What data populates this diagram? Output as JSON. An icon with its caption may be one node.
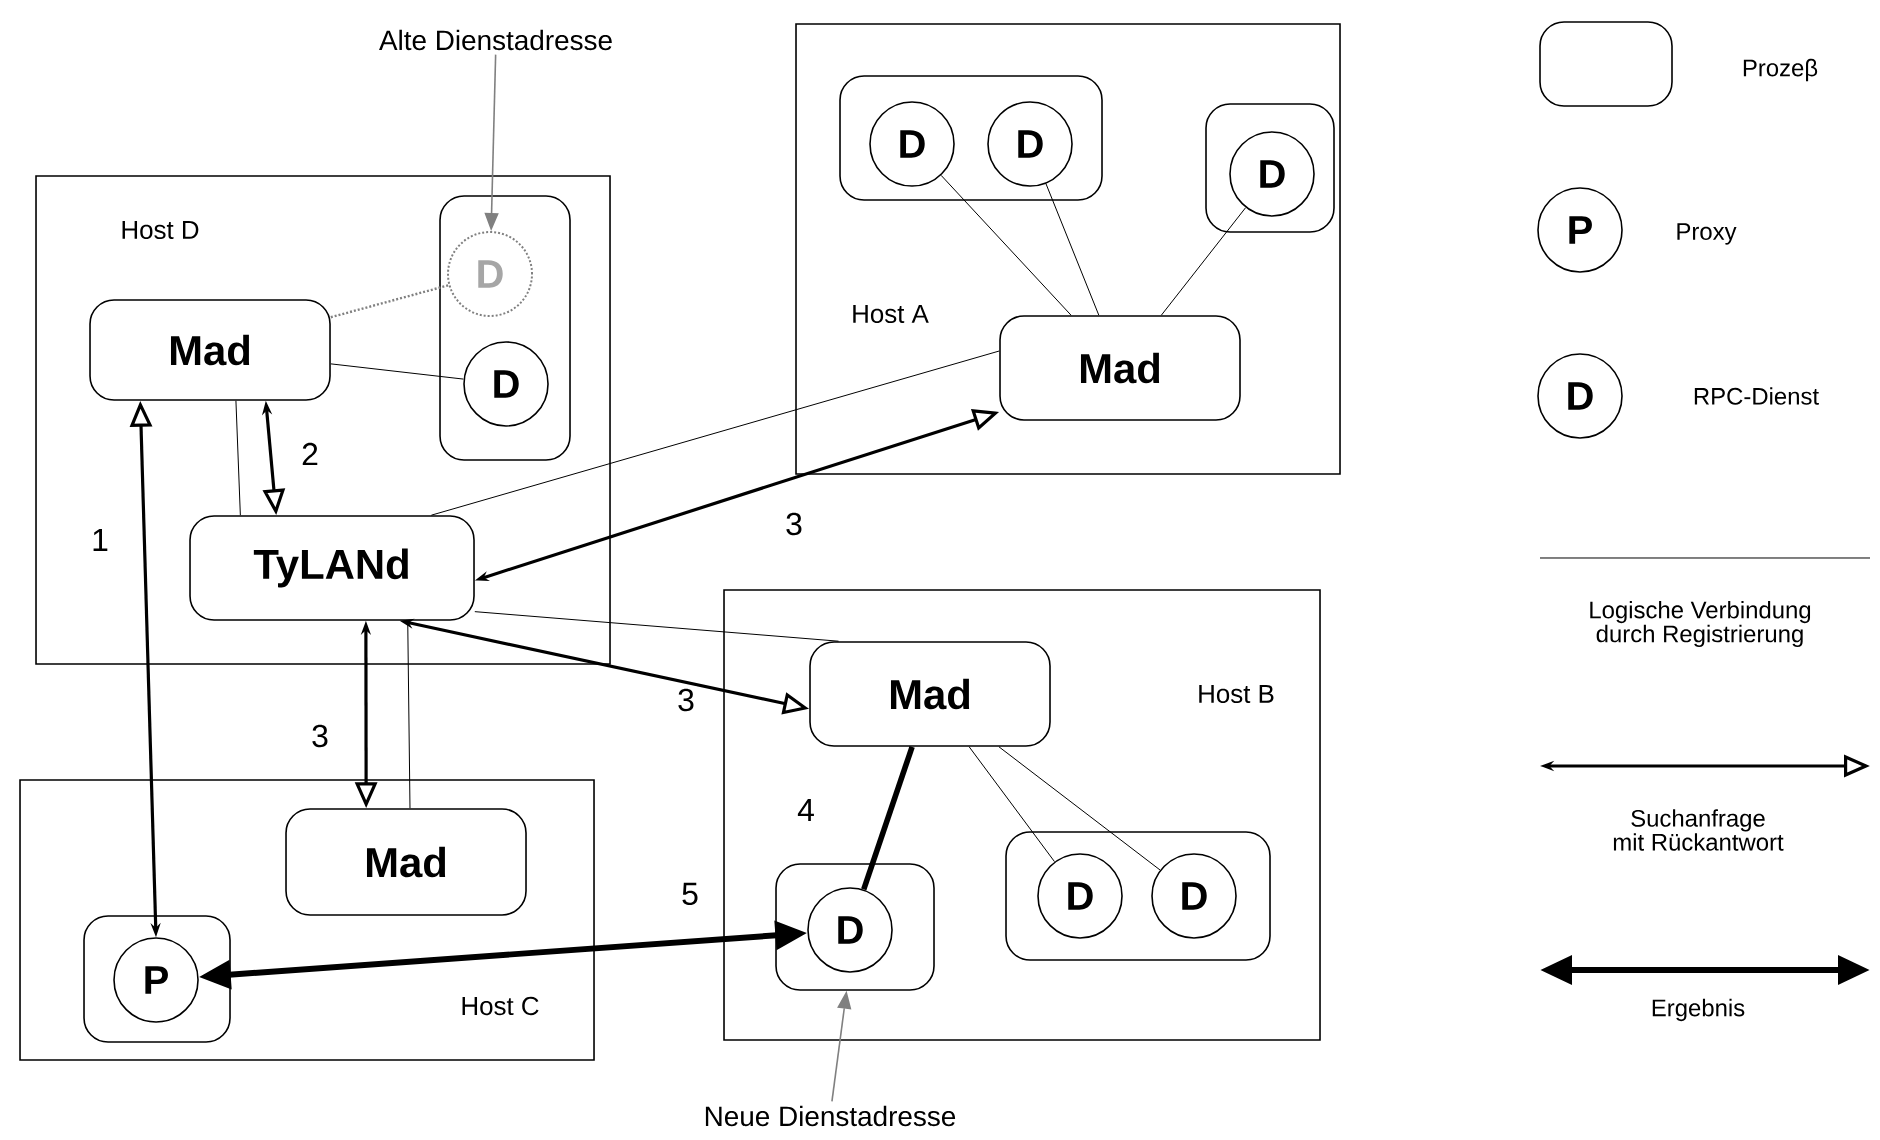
{
  "diagram": {
    "nodes": [
      {
        "text": [
          "Host D"
        ]
      },
      {
        "text": [
          "Mad"
        ],
        "in": 0
      },
      {
        "text": [],
        "shape": "box",
        "in": 0
      },
      {
        "text": [
          "D"
        ],
        "in": 2
      },
      {
        "text": [
          "D"
        ],
        "in": 2
      },
      {
        "text": [
          "TyLANd"
        ],
        "in": 0
      },
      {
        "text": [
          "Host A"
        ]
      },
      {
        "text": [],
        "shape": "box",
        "in": 6
      },
      {
        "text": [
          "D"
        ],
        "in": 7
      },
      {
        "text": [
          "D"
        ],
        "in": 7
      },
      {
        "text": [],
        "shape": "box",
        "in": 6
      },
      {
        "text": [
          "D"
        ],
        "in": 10
      },
      {
        "text": [
          "Mad"
        ],
        "in": 6
      },
      {
        "text": [
          "Host B"
        ]
      },
      {
        "text": [
          "Mad"
        ],
        "in": 13
      },
      {
        "text": [],
        "shape": "box",
        "in": 13
      },
      {
        "text": [
          "D"
        ],
        "in": 15
      },
      {
        "text": [],
        "shape": "box",
        "in": 13
      },
      {
        "text": [
          "D"
        ],
        "in": 17
      },
      {
        "text": [
          "D"
        ],
        "in": 17
      },
      {
        "text": [
          "Host C"
        ]
      },
      {
        "text": [
          "Mad"
        ],
        "in": 20
      },
      {
        "text": [],
        "shape": "box",
        "in": 20
      },
      {
        "text": [
          "P"
        ],
        "in": 22
      },
      {
        "text": [
          "Alte Dienstadresse"
        ]
      },
      {
        "text": [
          "Neue Dienstadresse"
        ]
      }
    ],
    "edges": [
      {
        "from": 1,
        "to": 3,
        "arrow": "none",
        "style": "dashed",
        "color": "#808080"
      },
      {
        "from": 1,
        "to": 4,
        "arrow": "none"
      },
      {
        "from": 1,
        "to": 5,
        "arrow": "none"
      },
      {
        "from": 1,
        "to": 5,
        "arrow": "both",
        "label": "2"
      },
      {
        "from": 23,
        "to": 1,
        "arrow": "both",
        "label": "1"
      },
      {
        "from": 5,
        "to": 12,
        "arrow": "none"
      },
      {
        "from": 5,
        "to": 12,
        "arrow": "both",
        "label": "3"
      },
      {
        "from": 5,
        "to": 14,
        "arrow": "none"
      },
      {
        "from": 5,
        "to": 14,
        "arrow": "both",
        "label": "3"
      },
      {
        "from": 5,
        "to": 21,
        "arrow": "both",
        "label": "3"
      },
      {
        "from": 5,
        "to": 21,
        "arrow": "none"
      },
      {
        "from": 12,
        "to": 8,
        "arrow": "none"
      },
      {
        "from": 12,
        "to": 9,
        "arrow": "none"
      },
      {
        "from": 12,
        "to": 11,
        "arrow": "none"
      },
      {
        "from": 14,
        "to": 18,
        "arrow": "none"
      },
      {
        "from": 14,
        "to": 19,
        "arrow": "none"
      },
      {
        "from": 14,
        "to": 16,
        "arrow": "none",
        "style": "thick",
        "label": "4"
      },
      {
        "from": 23,
        "to": 16,
        "arrow": "both",
        "style": "thick",
        "label": "5"
      },
      {
        "from": 24,
        "to": 3,
        "arrow": "to",
        "color": "#808080"
      },
      {
        "from": 25,
        "to": 15,
        "arrow": "to",
        "color": "#808080"
      }
    ],
    "labels": [
      "P",
      "D"
    ],
    "legend": [
      {
        "text": "Prozeβ"
      },
      {
        "text": "Proxy"
      },
      {
        "text": "RPC-Dienst"
      },
      {
        "text": "Logische Verbindung durch Registrierung"
      },
      {
        "text": "Suchanfrage mit Rückantwort"
      },
      {
        "text": "Ergebnis"
      }
    ]
  }
}
